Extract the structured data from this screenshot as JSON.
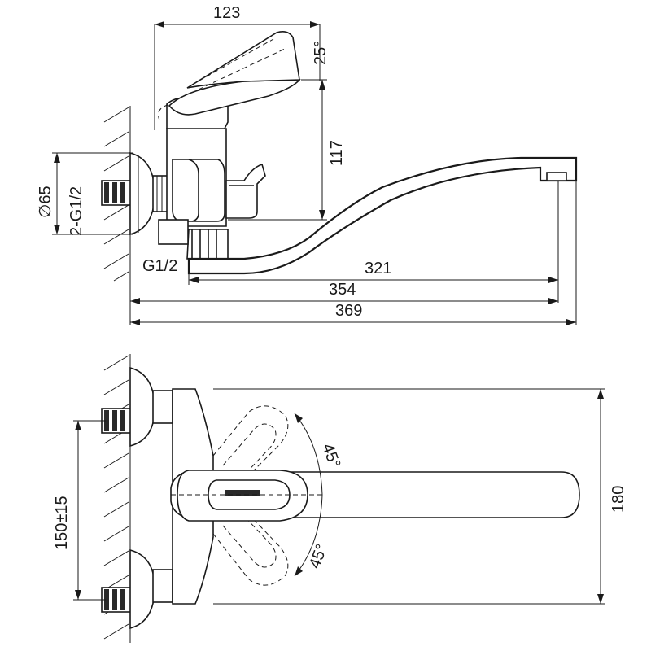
{
  "side_view": {
    "dim_depth": "123",
    "dim_lever_angle": "25°",
    "dim_height": "117",
    "dim_flange_diameter": "∅65",
    "dim_inlet_thread": "2-G1/2",
    "dim_outlet_thread": "G1/2",
    "dim_spout_reach": "321",
    "dim_spout_length": "354",
    "dim_total_length": "369"
  },
  "top_view": {
    "dim_center_distance": "150±15",
    "dim_angle_upper": "45°",
    "dim_angle_lower": "45°",
    "dim_body_width": "180"
  }
}
